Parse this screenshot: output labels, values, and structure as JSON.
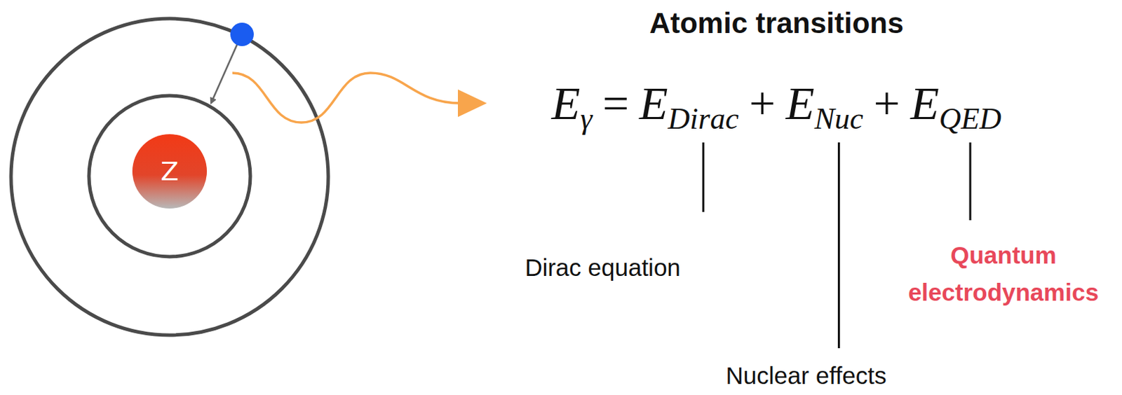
{
  "diagram": {
    "title": "Atomic transitions",
    "nodes": [
      {
        "text": [
          "Z"
        ]
      }
    ],
    "labels": [
      "E",
      "γ",
      "=",
      "E",
      "Dirac",
      "+",
      "E",
      "Nuc",
      "+",
      "E",
      "QED",
      "Dirac equation",
      "Nuclear effects",
      "Quantum electrodynamics"
    ]
  }
}
